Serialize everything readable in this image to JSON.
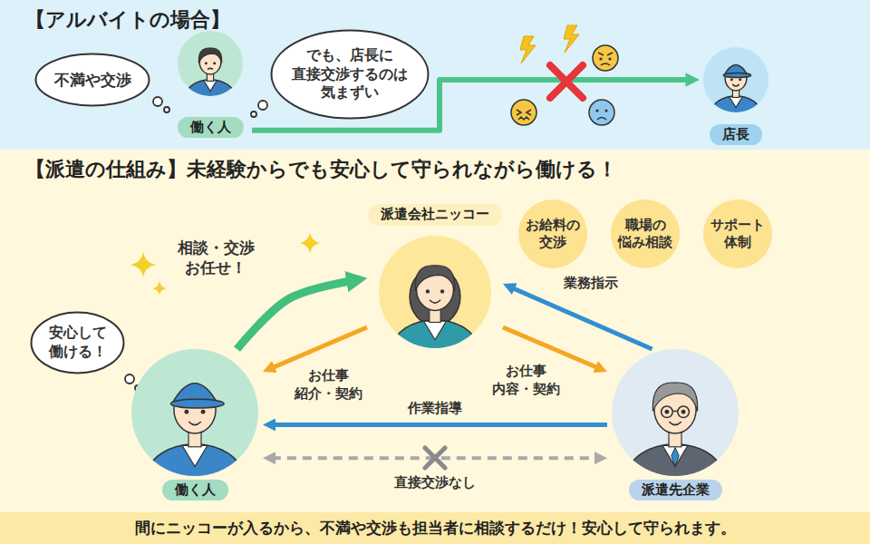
{
  "diagram": {
    "nodes": [
      {
        "text": [
          "【アルバイトの場合】"
        ]
      },
      {
        "text": [
          "不満や交渉"
        ],
        "in": 0
      },
      {
        "text": [
          "働く人"
        ],
        "in": 0
      },
      {
        "text": [
          "でも、店長に 直接交渉するのは 気まずい"
        ],
        "in": 0
      },
      {
        "text": [
          "店長"
        ],
        "in": 0
      },
      {
        "text": [
          "【派遣の仕組み】未経験からでも安心して守られながら働ける！"
        ]
      },
      {
        "text": [
          "派遣会社ニッコー"
        ],
        "in": 5
      },
      {
        "text": [
          "お給料の 交渉"
        ],
        "in": 5
      },
      {
        "text": [
          "職場の 悩み相談"
        ],
        "in": 5
      },
      {
        "text": [
          "サポート 体制"
        ],
        "in": 5
      },
      {
        "text": [
          "安心して 働ける！"
        ],
        "in": 5
      },
      {
        "text": [
          "働く人"
        ],
        "in": 5
      },
      {
        "text": [
          "派遣先企業"
        ],
        "in": 5
      },
      {
        "text": [
          "間にニッコーが入るから、不満や交渉も担当者に相談するだけ！安心して守られます。"
        ]
      }
    ],
    "edges": [
      {
        "from": 2,
        "to": 4,
        "arrow": "to"
      },
      {
        "from": 11,
        "to": 6,
        "label": "相談・交渉 お任せ！",
        "arrow": "to"
      },
      {
        "from": 6,
        "to": 11,
        "label": "お仕事 紹介・契約",
        "arrow": "to"
      },
      {
        "from": 6,
        "to": 12,
        "label": "お仕事 内容・契約",
        "arrow": "to"
      },
      {
        "from": 12,
        "to": 6,
        "label": "業務指示",
        "arrow": "to"
      },
      {
        "from": 12,
        "to": 11,
        "label": "作業指導",
        "arrow": "to"
      },
      {
        "from": 11,
        "to": 12,
        "label": "直接交渉なし",
        "arrow": "both"
      }
    ]
  }
}
